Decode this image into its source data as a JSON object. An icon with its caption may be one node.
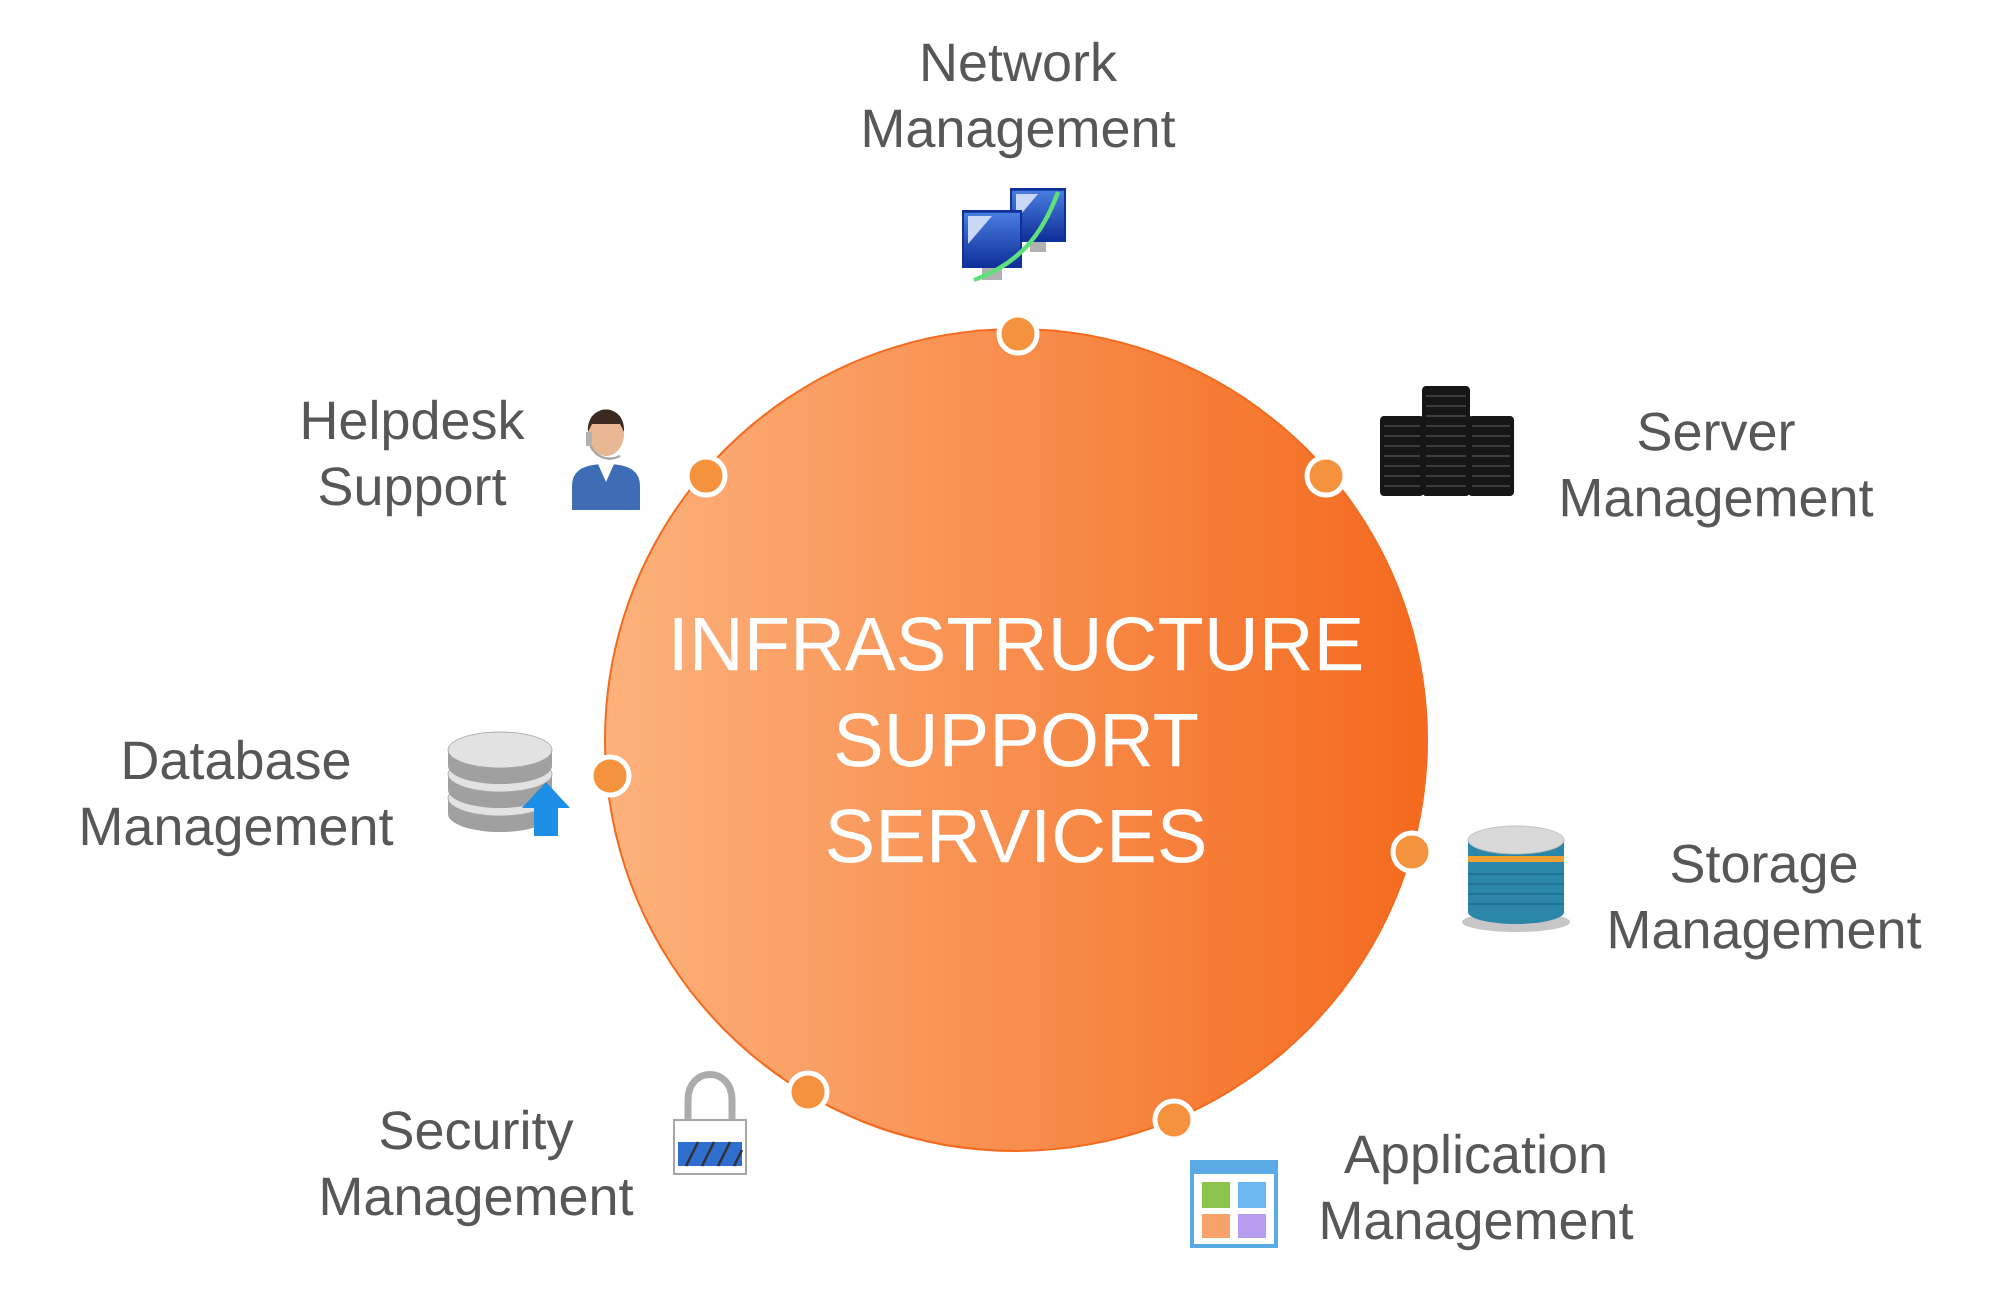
{
  "diagram": {
    "nodes": [
      {
        "text": [
          "INFRASTRUCTURE SUPPORT SERVICES"
        ]
      }
    ],
    "labels": [
      "Network Management",
      "Helpdesk Support",
      "Server Management",
      "Database Management",
      "Storage Management",
      "Security Management",
      "Application Management"
    ]
  }
}
